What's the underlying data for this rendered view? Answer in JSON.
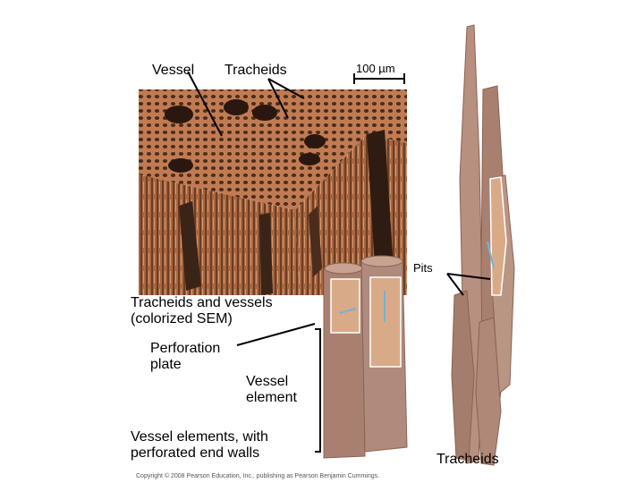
{
  "labels": {
    "vessel_top": "Vessel",
    "tracheids_top": "Tracheids",
    "scale": "100 µm",
    "pits": "Pits",
    "sem_caption_line1": "Tracheids and vessels",
    "sem_caption_line2": "(colorized SEM)",
    "perforation_line1": "Perforation",
    "perforation_line2": "plate",
    "vessel_element_line1": "Vessel",
    "vessel_element_line2": "element",
    "vessel_elements_line1": "Vessel elements, with",
    "vessel_elements_line2": "perforated end walls",
    "tracheids_bottom": "Tracheids",
    "copyright": "Copyright © 2008 Pearson Education, Inc., publishing as Pearson Benjamin Cummings."
  },
  "colors": {
    "sem_base": "#b8714a",
    "sem_dark": "#3a2418",
    "sem_light": "#d9a07a",
    "cell_wall": "#a07868",
    "cell_fill": "#b08a7c",
    "cell_interior": "#d9aa88",
    "pit_blue": "#6fb6d6",
    "line": "#000000"
  }
}
